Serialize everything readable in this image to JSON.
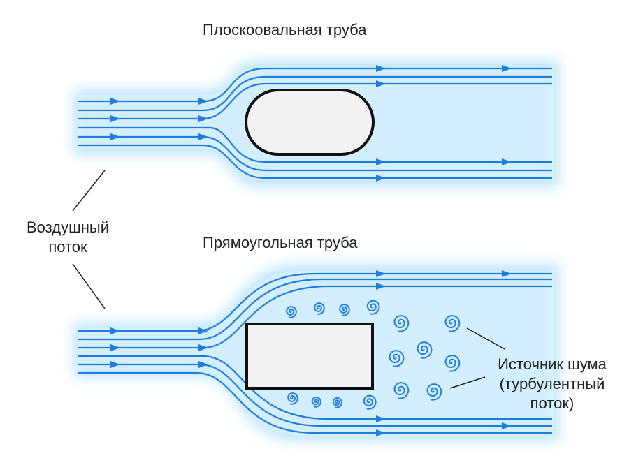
{
  "titles": {
    "top": "Плоскоовальная труба",
    "bottom": "Прямоугольная труба"
  },
  "labels": {
    "airflow": [
      "Воздушный",
      "поток"
    ],
    "noise": [
      "Источник шума",
      "(турбулентный",
      "поток)"
    ]
  },
  "colors": {
    "streamline": "#1f7de0",
    "glow": "#bfe6fb",
    "glow_core": "#d9f1fd",
    "obstacle_fill": "#f2f2f2",
    "obstacle_stroke": "#111111",
    "leader": "#222222"
  },
  "icons": {
    "flow_arrow": "arrowhead",
    "vortex": "spiral"
  }
}
